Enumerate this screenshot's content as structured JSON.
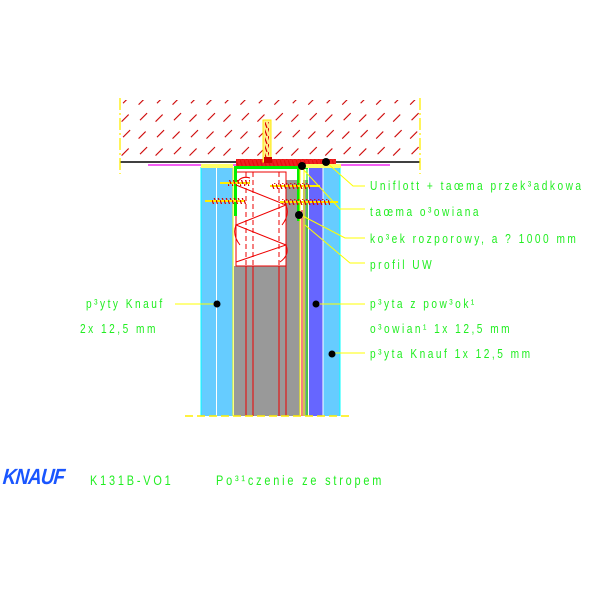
{
  "drawing": {
    "code": "K131B-VO1",
    "title": "Po³¹czenie ze stropem",
    "logo": "KNAUF"
  },
  "annotations": {
    "right": [
      {
        "text": "Uniflott + taœma przek³adkowa"
      },
      {
        "text": "taœma o³owiana"
      },
      {
        "text": "ko³ek rozporowy, a ? 1000 mm"
      },
      {
        "text": "profil UW"
      },
      {
        "text": "p³yta z pow³ok¹"
      },
      {
        "text": "o³owian¹ 1x 12,5 mm"
      },
      {
        "text": "p³yta Knauf 1x 12,5 mm"
      }
    ],
    "left": [
      {
        "text": "p³yty Knauf"
      },
      {
        "text": "2x 12,5 mm"
      }
    ]
  },
  "colors": {
    "label_text": "#22ee22",
    "leader_line": "#ffff00",
    "board_cyan": "#66ccff",
    "lead_board": "#6666ff",
    "stud_gray": "#999999",
    "hatch_red": "#cc0000",
    "profile_green": "#00ee00",
    "magenta": "#ee00ee",
    "logo_blue": "#1a56ff"
  }
}
